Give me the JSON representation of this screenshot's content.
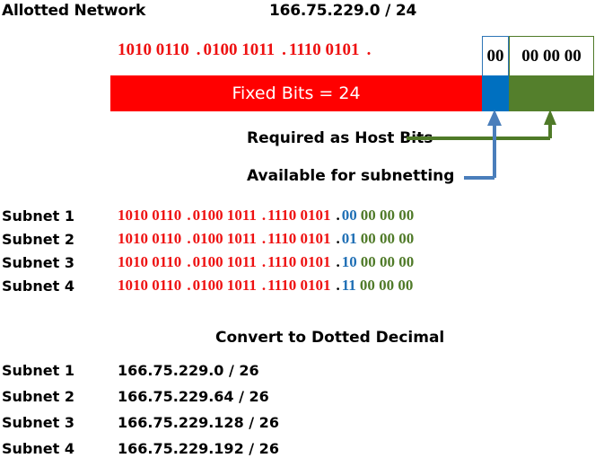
{
  "header": {
    "label": "Allotted Network",
    "network": "166.75.229.0 / 24"
  },
  "main_binary": {
    "octet1": "1010 0110",
    "octet2": "0100 1011",
    "octet3": "1110 0101",
    "separator": ".",
    "subnet_bits": "00",
    "host_bits": "00 00 00"
  },
  "bar": {
    "fixed_label": "Fixed Bits = 24",
    "fixed_color": "#ff0000",
    "subnet_color": "#0070c0",
    "host_color": "#547f2c"
  },
  "annotations": {
    "host_bits_note": "Required as Host Bits",
    "subnetting_note": "Available for subnetting",
    "host_arrow_color": "#4f7a28",
    "subnet_arrow_color": "#4a7ebb"
  },
  "subnet_binary": {
    "fixed_octet1": "1010 0110",
    "fixed_octet2": "0100 1011",
    "fixed_octet3": "1110 0101",
    "host_bits": "00 00 00",
    "rows": [
      {
        "name": "Subnet 1",
        "subnet_bits": "00"
      },
      {
        "name": "Subnet 2",
        "subnet_bits": "01"
      },
      {
        "name": "Subnet 3",
        "subnet_bits": "10"
      },
      {
        "name": "Subnet 4",
        "subnet_bits": "11"
      }
    ]
  },
  "convert_heading": "Convert to Dotted Decimal",
  "decimal_rows": [
    {
      "name": "Subnet 1",
      "value": "166.75.229.0 / 26"
    },
    {
      "name": "Subnet 2",
      "value": "166.75.229.64 / 26"
    },
    {
      "name": "Subnet 3",
      "value": "166.75.229.128 / 26"
    },
    {
      "name": "Subnet 4",
      "value": "166.75.229.192 / 26"
    }
  ]
}
